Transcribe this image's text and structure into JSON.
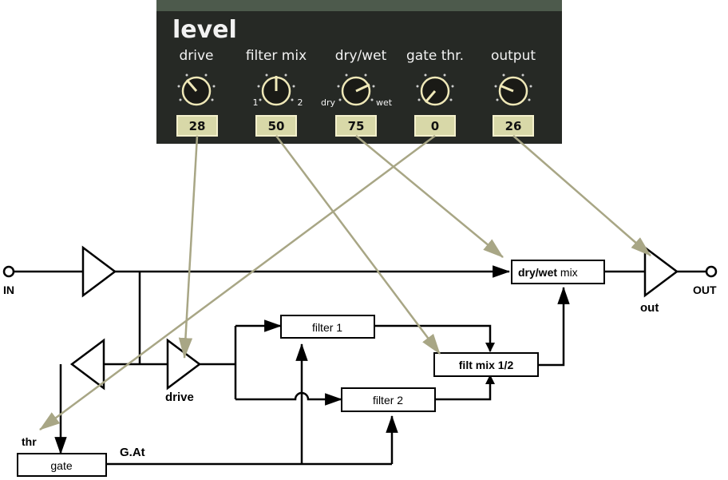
{
  "panel": {
    "title": "level",
    "knobs": [
      {
        "id": "drive",
        "label": "drive",
        "value": "28",
        "min_label": "",
        "max_label": ""
      },
      {
        "id": "filter-mix",
        "label": "filter mix",
        "value": "50",
        "min_label": "1",
        "max_label": "2"
      },
      {
        "id": "dry-wet",
        "label": "dry/wet",
        "value": "75",
        "min_label": "dry",
        "max_label": "wet"
      },
      {
        "id": "gate-thr",
        "label": "gate thr.",
        "value": "0",
        "min_label": "",
        "max_label": ""
      },
      {
        "id": "output",
        "label": "output",
        "value": "26",
        "min_label": "",
        "max_label": ""
      }
    ]
  },
  "diagram": {
    "in_label": "IN",
    "out_label": "OUT",
    "out_amp_label": "out",
    "drive_amp_label": "drive",
    "thr_label": "thr",
    "gat_label": "G.At",
    "gate_label": "gate",
    "filter1_label": "filter 1",
    "filter2_label": "filter 2",
    "filtmix_label": "filt mix 1/2",
    "drywet_bold": "dry/wet",
    "drywet_plain": " mix"
  },
  "colors": {
    "panel_bg": "#262925",
    "panel_top": "#4d5a4c",
    "lcd_bg": "#d8d8a8",
    "arrow_color": "#a8a685",
    "line_color": "#000000"
  }
}
